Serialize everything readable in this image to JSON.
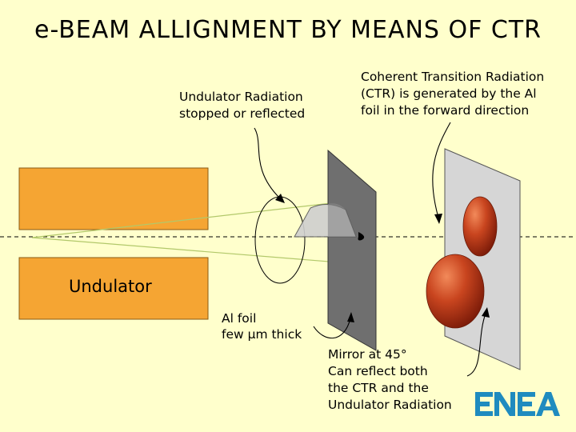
{
  "title": "e-BEAM ALLIGNMENT BY MEANS OF CTR",
  "labels": {
    "undulator_radiation": "Undulator Radiation\nstopped or reflected",
    "ctr": "Coherent Transition Radiation\n(CTR) is generated by the Al\nfoil in the forward direction",
    "undulator": "Undulator",
    "al_foil": "Al foil\nfew µm thick",
    "mirror": "Mirror at 45°\nCan reflect both\nthe CTR and the\nUndulator Radiation"
  },
  "logo": "ENEA",
  "colors": {
    "background": "#ffffcc",
    "undulator_magnet": "#f5a533",
    "al_foil": "#6f6f6f",
    "mirror": "#d6d6d6",
    "spot": "#b8341a",
    "logo": "#1f8bbf"
  }
}
